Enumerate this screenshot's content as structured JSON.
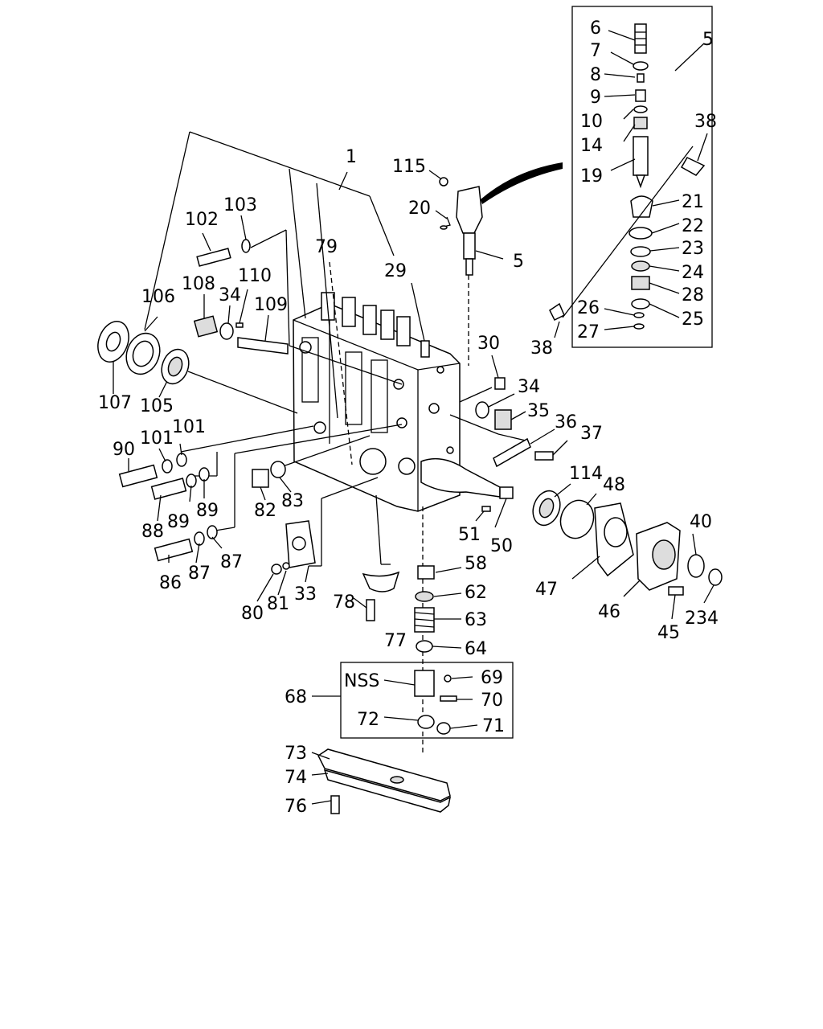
{
  "callouts": [
    {
      "id": "n6",
      "text": "6"
    },
    {
      "id": "n7",
      "text": "7"
    },
    {
      "id": "n8",
      "text": "8"
    },
    {
      "id": "n9",
      "text": "9"
    },
    {
      "id": "n10",
      "text": "10"
    },
    {
      "id": "n14",
      "text": "14"
    },
    {
      "id": "n19",
      "text": "19"
    },
    {
      "id": "n5a",
      "text": "5"
    },
    {
      "id": "n38a",
      "text": "38"
    },
    {
      "id": "n21",
      "text": "21"
    },
    {
      "id": "n22",
      "text": "22"
    },
    {
      "id": "n23",
      "text": "23"
    },
    {
      "id": "n24",
      "text": "24"
    },
    {
      "id": "n28",
      "text": "28"
    },
    {
      "id": "n26",
      "text": "26"
    },
    {
      "id": "n25",
      "text": "25"
    },
    {
      "id": "n27",
      "text": "27"
    },
    {
      "id": "n38b",
      "text": "38"
    },
    {
      "id": "n1",
      "text": "1"
    },
    {
      "id": "n115",
      "text": "115"
    },
    {
      "id": "n20",
      "text": "20"
    },
    {
      "id": "n5b",
      "text": "5"
    },
    {
      "id": "n102",
      "text": "102"
    },
    {
      "id": "n103",
      "text": "103"
    },
    {
      "id": "n79",
      "text": "79"
    },
    {
      "id": "n29",
      "text": "29"
    },
    {
      "id": "n106",
      "text": "106"
    },
    {
      "id": "n108",
      "text": "108"
    },
    {
      "id": "n34a",
      "text": "34"
    },
    {
      "id": "n110",
      "text": "110"
    },
    {
      "id": "n109",
      "text": "109"
    },
    {
      "id": "n107",
      "text": "107"
    },
    {
      "id": "n105",
      "text": "105"
    },
    {
      "id": "n30",
      "text": "30"
    },
    {
      "id": "n34b",
      "text": "34"
    },
    {
      "id": "n35",
      "text": "35"
    },
    {
      "id": "n36",
      "text": "36"
    },
    {
      "id": "n37",
      "text": "37"
    },
    {
      "id": "n90",
      "text": "90"
    },
    {
      "id": "n101a",
      "text": "101"
    },
    {
      "id": "n101b",
      "text": "101"
    },
    {
      "id": "n88",
      "text": "88"
    },
    {
      "id": "n89a",
      "text": "89"
    },
    {
      "id": "n89b",
      "text": "89"
    },
    {
      "id": "n82",
      "text": "82"
    },
    {
      "id": "n83",
      "text": "83"
    },
    {
      "id": "n114",
      "text": "114"
    },
    {
      "id": "n48",
      "text": "48"
    },
    {
      "id": "n51",
      "text": "51"
    },
    {
      "id": "n50",
      "text": "50"
    },
    {
      "id": "n40",
      "text": "40"
    },
    {
      "id": "n86",
      "text": "86"
    },
    {
      "id": "n87a",
      "text": "87"
    },
    {
      "id": "n87b",
      "text": "87"
    },
    {
      "id": "n33",
      "text": "33"
    },
    {
      "id": "n80",
      "text": "80"
    },
    {
      "id": "n81",
      "text": "81"
    },
    {
      "id": "n58",
      "text": "58"
    },
    {
      "id": "n47",
      "text": "47"
    },
    {
      "id": "n46",
      "text": "46"
    },
    {
      "id": "n78",
      "text": "78"
    },
    {
      "id": "n62",
      "text": "62"
    },
    {
      "id": "n63",
      "text": "63"
    },
    {
      "id": "n77",
      "text": "77"
    },
    {
      "id": "n64",
      "text": "64"
    },
    {
      "id": "n45",
      "text": "45"
    },
    {
      "id": "n234",
      "text": "234"
    },
    {
      "id": "nNSS",
      "text": "NSS"
    },
    {
      "id": "n69",
      "text": "69"
    },
    {
      "id": "n68",
      "text": "68"
    },
    {
      "id": "n70",
      "text": "70"
    },
    {
      "id": "n72",
      "text": "72"
    },
    {
      "id": "n71",
      "text": "71"
    },
    {
      "id": "n73",
      "text": "73"
    },
    {
      "id": "n74",
      "text": "74"
    },
    {
      "id": "n76",
      "text": "76"
    }
  ]
}
